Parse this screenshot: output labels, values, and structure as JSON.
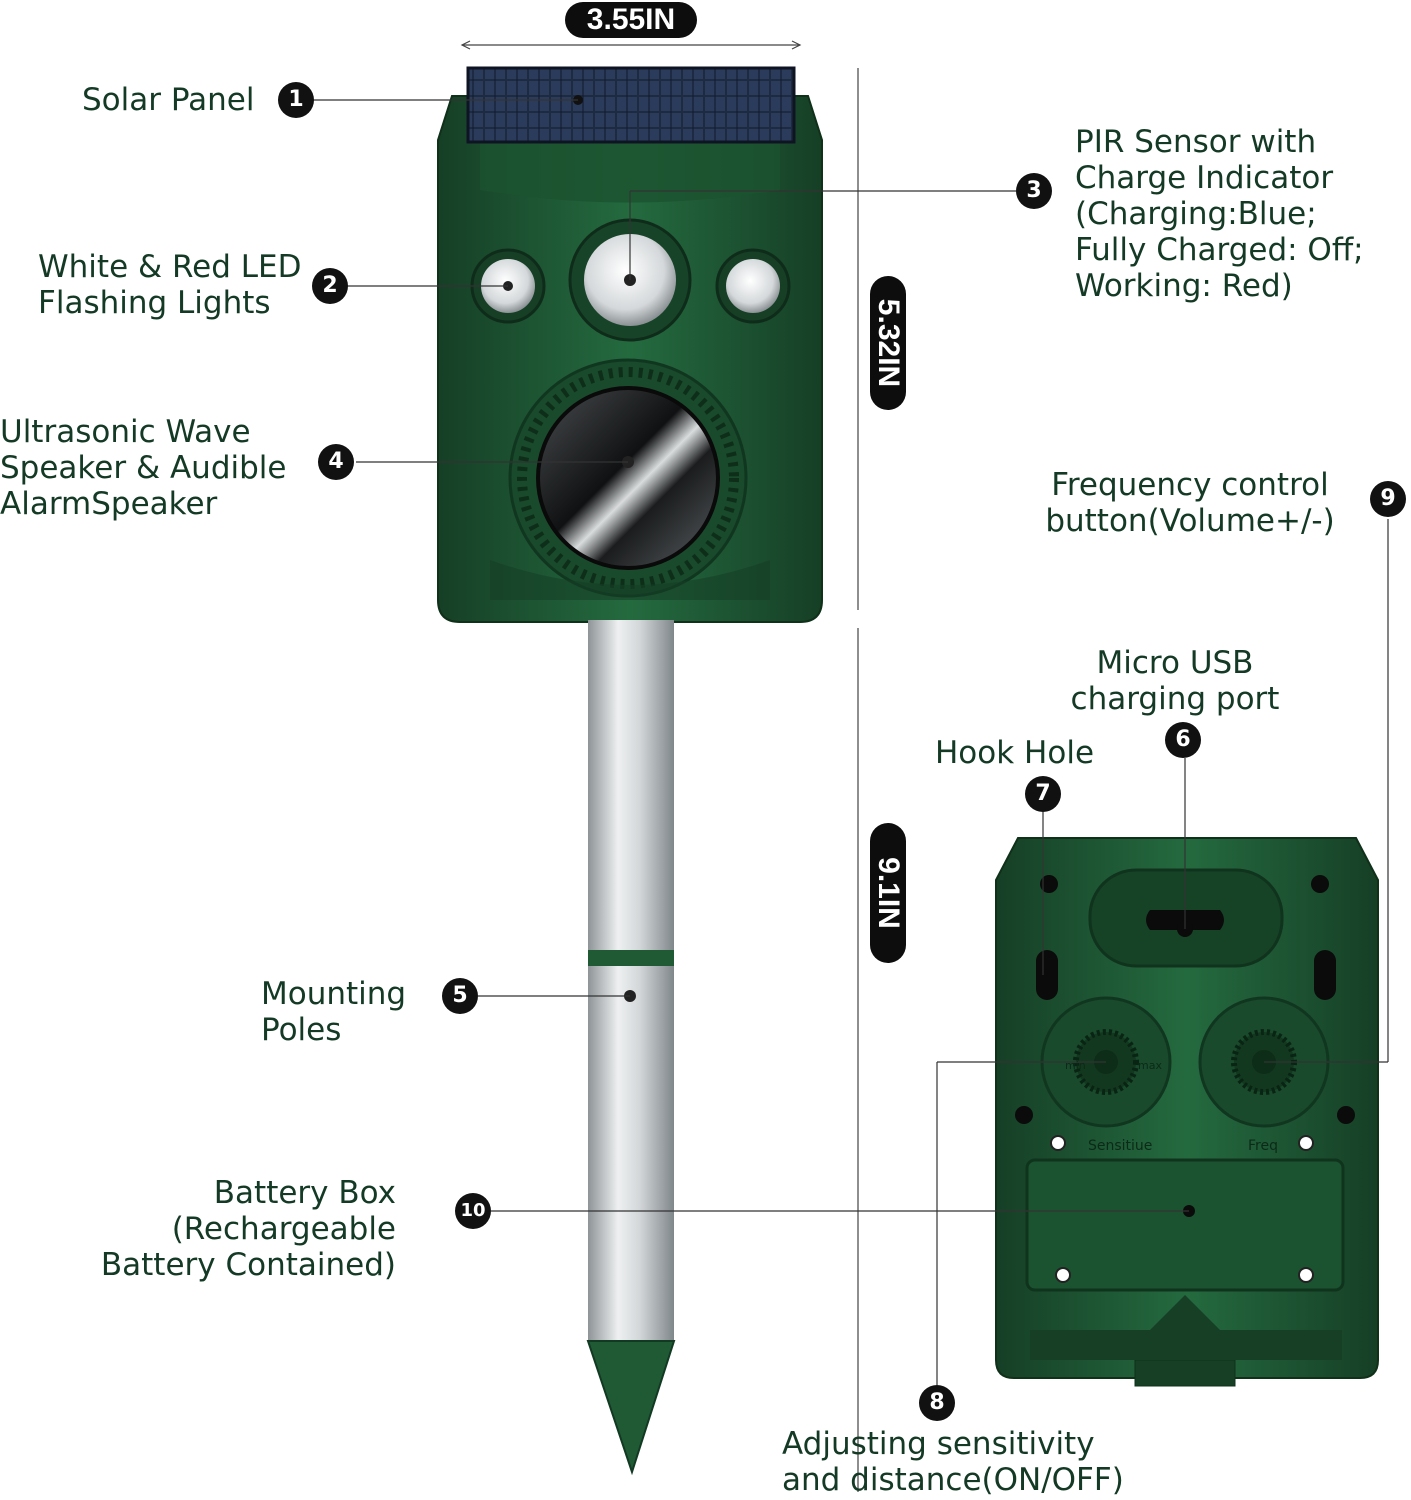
{
  "dimensions": {
    "width": "3.55IN",
    "front_height": "5.32IN",
    "total_height": "9.1IN"
  },
  "callouts": [
    {
      "number": "1",
      "lines": [
        "Solar Panel"
      ]
    },
    {
      "number": "2",
      "lines": [
        "White & Red LED",
        "Flashing Lights"
      ]
    },
    {
      "number": "3",
      "lines": [
        "PIR Sensor with",
        "Charge Indicator",
        "(Charging:Blue;",
        "Fully Charged: Off;",
        "Working: Red)"
      ]
    },
    {
      "number": "4",
      "lines": [
        "Ultrasonic Wave",
        "Speaker & Audible",
        "AlarmSpeaker"
      ]
    },
    {
      "number": "5",
      "lines": [
        "Mounting",
        "Poles"
      ]
    },
    {
      "number": "6",
      "lines": [
        "Micro USB",
        "charging port"
      ]
    },
    {
      "number": "7",
      "lines": [
        "Hook Hole"
      ]
    },
    {
      "number": "8",
      "lines": [
        "Adjusting sensitivity",
        "and distance(ON/OFF)"
      ]
    },
    {
      "number": "9",
      "lines": [
        "Frequency control",
        "button(Volume+/-)"
      ]
    },
    {
      "number": "10",
      "lines": [
        "Battery Box",
        "(Rechargeable",
        "Battery Contained)"
      ]
    }
  ],
  "back_panel": {
    "knob_left_label": "Sensitiue",
    "knob_right_label": "Freq",
    "min_label": "min",
    "max_label": "max"
  },
  "colors": {
    "device_green": "#1f5a35",
    "device_dark": "#143e25",
    "pole_silver": "#c8cccf",
    "badge": "#111111"
  }
}
